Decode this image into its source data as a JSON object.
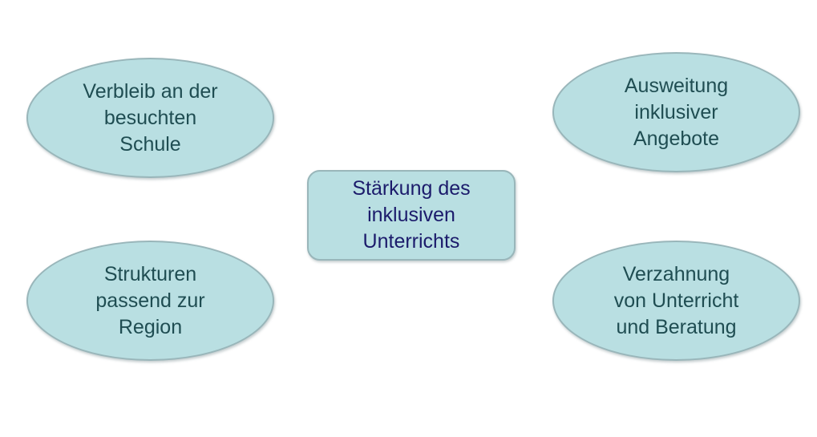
{
  "diagram": {
    "center": {
      "text": "Stärkung des\ninklusiven\nUnterrichts"
    },
    "nodes": {
      "top_left": {
        "text": "Verbleib an der\nbesuchten\nSchule"
      },
      "top_right": {
        "text": "Ausweitung\ninklusiver\nAngebote"
      },
      "bottom_left": {
        "text": "Strukturen\npassend zur\nRegion"
      },
      "bottom_right": {
        "text": "Verzahnung\nvon Unterricht\nund Beratung"
      }
    },
    "colors": {
      "node_fill": "#b9dfe2",
      "node_border": "#99b6ba",
      "ellipse_text": "#1f4d52",
      "center_text": "#1b1b6b"
    }
  }
}
